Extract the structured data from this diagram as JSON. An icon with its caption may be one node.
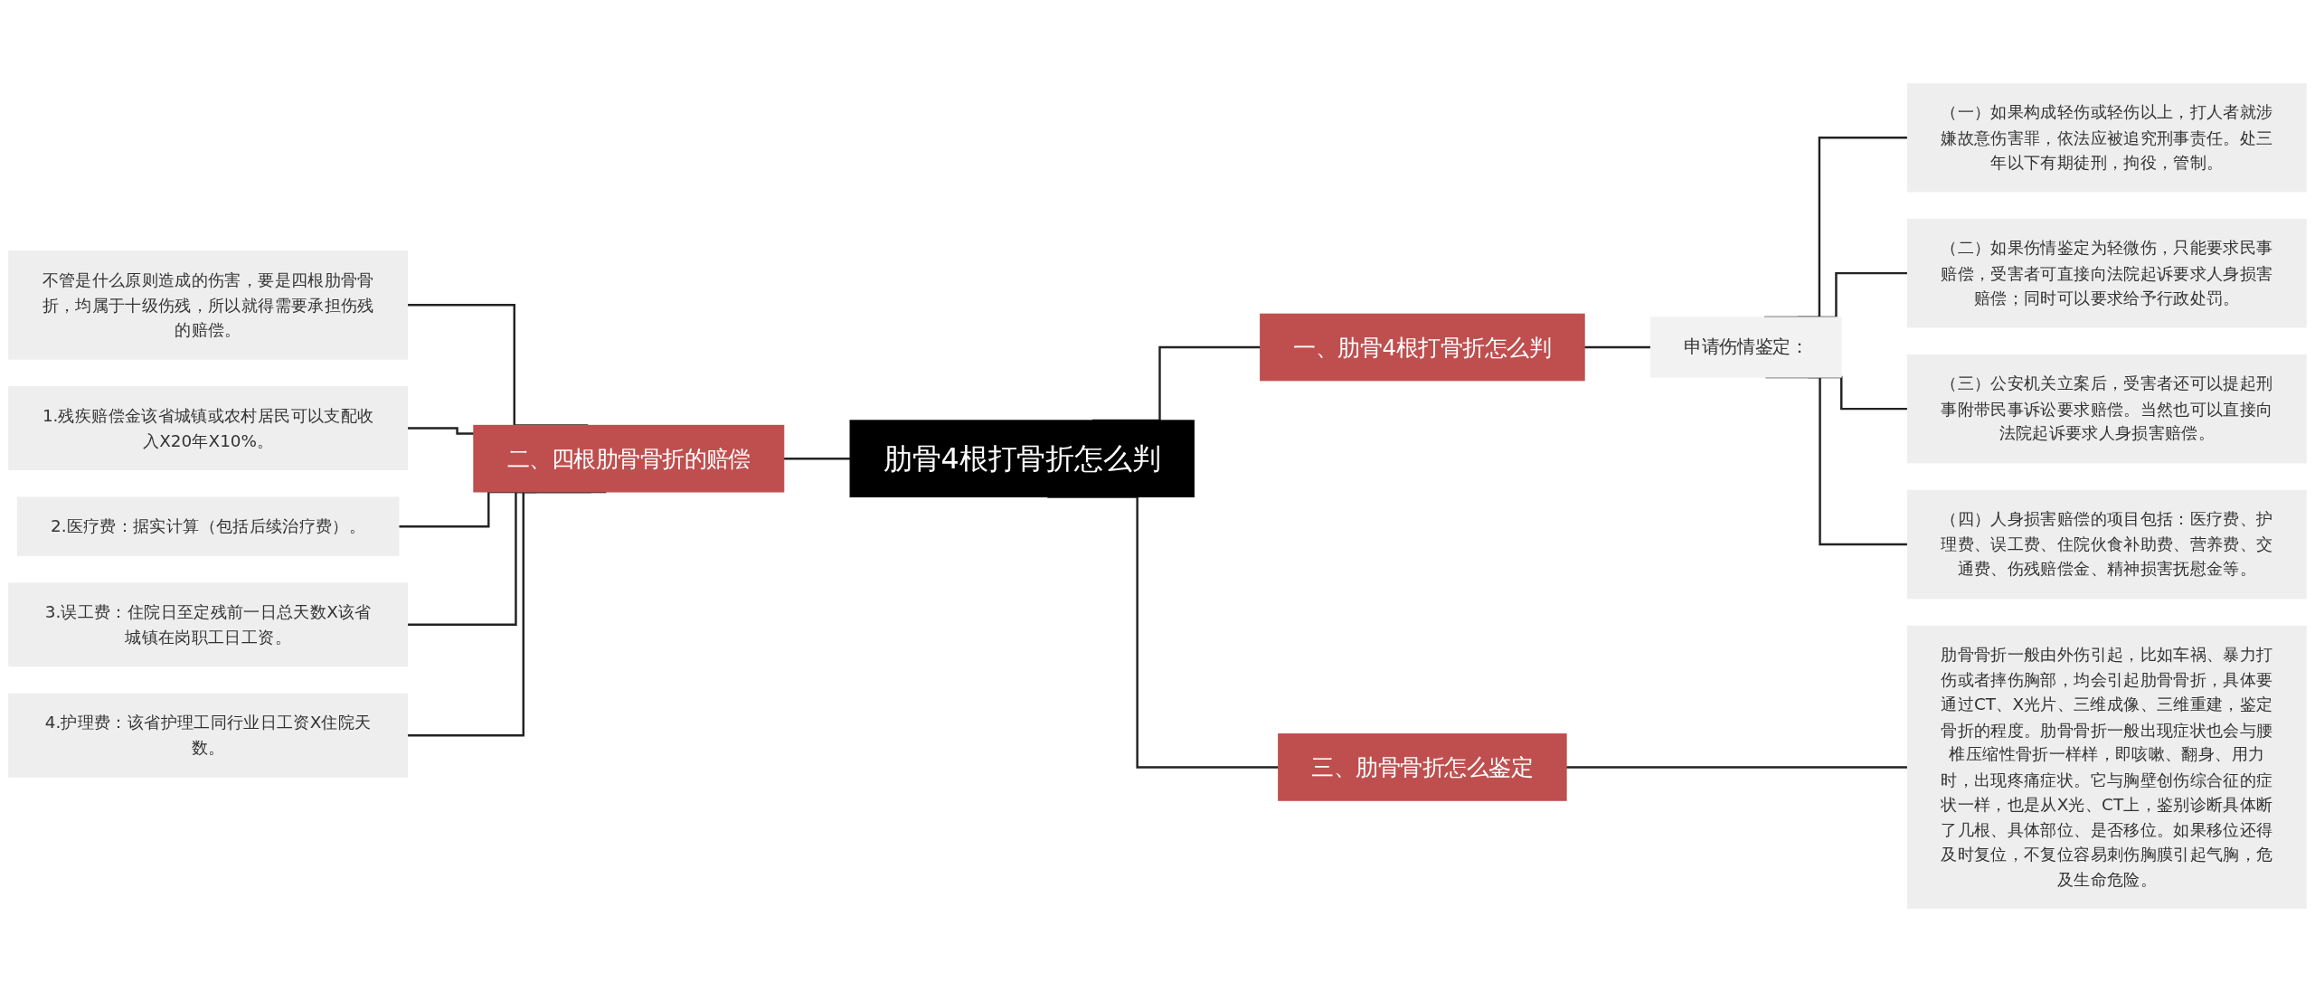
{
  "diagram": {
    "nodes": [
      {
        "text": [
          "肋骨4根打骨折怎么判"
        ]
      },
      {
        "text": [
          "一、肋骨4根打骨折怎么判"
        ]
      },
      {
        "text": [
          "申请伤情鉴定："
        ]
      },
      {
        "text": [
          "（一）如果构成轻伤或轻伤以上，打人者就涉嫌故意伤害罪，依法应被追究刑事责任。处三年以下有期徒刑，拘役，管制。"
        ]
      },
      {
        "text": [
          "（二）如果伤情鉴定为轻微伤，只能要求民事赔偿，受害者可直接向法院起诉要求人身损害赔偿；同时可以要求给予行政处罚。"
        ]
      },
      {
        "text": [
          "（三）公安机关立案后，受害者还可以提起刑事附带民事诉讼要求赔偿。当然也可以直接向法院起诉要求人身损害赔偿。"
        ]
      },
      {
        "text": [
          "（四）人身损害赔偿的项目包括：医疗费、护理费、误工费、住院伙食补助费、营养费、交通费、伤残赔偿金、精神损害抚慰金等。"
        ]
      },
      {
        "text": [
          "二、四根肋骨骨折的赔偿"
        ]
      },
      {
        "text": [
          "不管是什么原则造成的伤害，要是四根肋骨骨折，均属于十级伤残，所以就得需要承担伤残的赔偿。"
        ]
      },
      {
        "text": [
          "1.残疾赔偿金该省城镇或农村居民可以支配收入X20年X10%。"
        ]
      },
      {
        "text": [
          "2.医疗费：据实计算（包括后续治疗费）。"
        ]
      },
      {
        "text": [
          "3.误工费：住院日至定残前一日总天数X该省城镇在岗职工日工资。"
        ]
      },
      {
        "text": [
          "4.护理费：该省护理工同行业日工资X住院天数。"
        ]
      },
      {
        "text": [
          "三、肋骨骨折怎么鉴定"
        ]
      },
      {
        "text": [
          "肋骨骨折一般由外伤引起，比如车祸、暴力打伤或者摔伤胸部，均会引起肋骨骨折，具体要通过CT、X光片、三维成像、三维重建，鉴定骨折的程度。肋骨骨折一般出现症状也会与腰椎压缩性骨折一样样，即咳嗽、翻身、用力时，出现疼痛症状。它与胸壁创伤综合征的症状一样，也是从X光、CT上，鉴别诊断具体断了几根、具体部位、是否移位。如果移位还得及时复位，不复位容易刺伤胸膜引起气胸，危及生命危险。"
        ]
      }
    ],
    "edges": [
      {
        "from": 0,
        "to": 1,
        "arrow": "none"
      },
      {
        "from": 1,
        "to": 2,
        "arrow": "none"
      },
      {
        "from": 2,
        "to": 3,
        "arrow": "none"
      },
      {
        "from": 2,
        "to": 4,
        "arrow": "none"
      },
      {
        "from": 2,
        "to": 5,
        "arrow": "none"
      },
      {
        "from": 2,
        "to": 6,
        "arrow": "none"
      },
      {
        "from": 0,
        "to": 7,
        "arrow": "none"
      },
      {
        "from": 7,
        "to": 8,
        "arrow": "none"
      },
      {
        "from": 7,
        "to": 9,
        "arrow": "none"
      },
      {
        "from": 7,
        "to": 10,
        "arrow": "none"
      },
      {
        "from": 7,
        "to": 11,
        "arrow": "none"
      },
      {
        "from": 7,
        "to": 12,
        "arrow": "none"
      },
      {
        "from": 0,
        "to": 13,
        "arrow": "none"
      },
      {
        "from": 13,
        "to": 14,
        "arrow": "none"
      }
    ]
  }
}
